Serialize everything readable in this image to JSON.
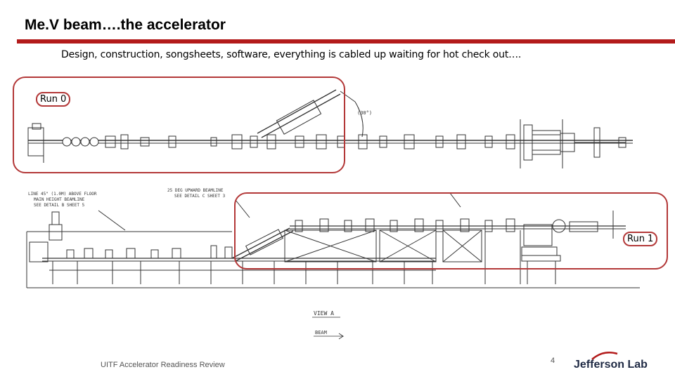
{
  "slide": {
    "title": "Me.V beam….the accelerator",
    "subtitle": "Design, construction, songsheets, software, everything is cabled up waiting for hot check out….",
    "run0_label": "Run 0",
    "run1_label": "Run 1",
    "footer": "UITF Accelerator Readiness Review",
    "page_number": "4",
    "logo_text": "Jefferson Lab"
  },
  "drawing": {
    "top_note_angle": "(30°)",
    "note_left_1": "LINE 45\" (1.0M) ABOVE FLOOR",
    "note_left_2": "MAIN HEIGHT BEAMLINE",
    "note_left_3": "SEE DETAIL B SHEET 5",
    "note_mid_1": "25 DEG UPWARD BEAMLINE",
    "note_mid_2": "SEE DETAIL C SHEET 3",
    "view_label": "VIEW A",
    "beam_label": "BEAM"
  },
  "colors": {
    "accent": "#b31b1b",
    "highlight": "#b33838",
    "logo": "#1f2a44"
  }
}
